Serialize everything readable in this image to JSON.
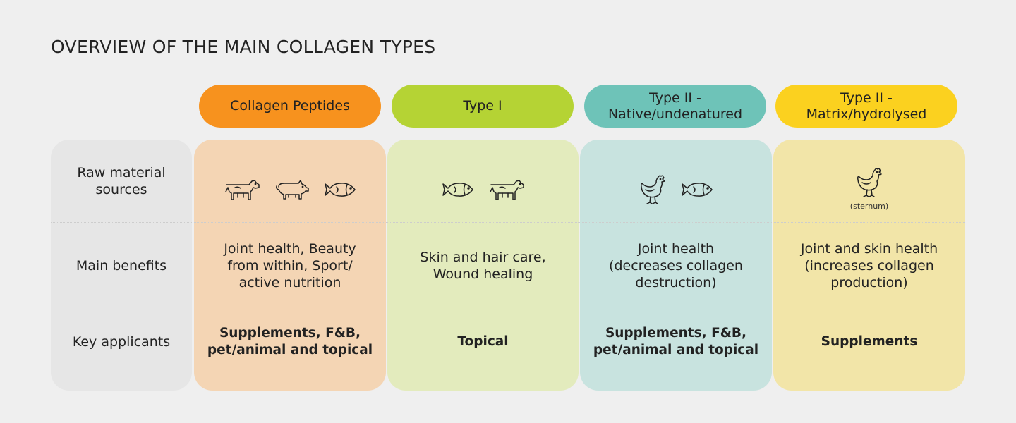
{
  "title": "OVERVIEW OF THE MAIN COLLAGEN TYPES",
  "columns": [
    {
      "header": [
        "Collagen Peptides"
      ],
      "color": "#f7921e",
      "card_color": "#f4d5b4",
      "benefits": [
        "Joint health, Beauty",
        "from within, Sport/",
        "active nutrition"
      ],
      "applicants": [
        "Supplements, F&B,",
        "pet/animal and topical"
      ],
      "sources": [
        "cow-icon",
        "pig-icon",
        "fish-icon"
      ]
    },
    {
      "header": [
        "Type I"
      ],
      "color": "#b5d334",
      "card_color": "#e3ebbd",
      "benefits": [
        "Skin and hair care,",
        "Wound healing"
      ],
      "applicants": [
        "Topical"
      ],
      "sources": [
        "fish-icon",
        "cow-icon"
      ]
    },
    {
      "header": [
        "Type II -",
        "Native/undenatured"
      ],
      "color": "#6ec3b8",
      "card_color": "#c8e3df",
      "benefits": [
        "Joint health",
        "(decreases collagen",
        "destruction)"
      ],
      "applicants": [
        "Supplements, F&B,",
        "pet/animal and topical"
      ],
      "sources": [
        "chicken-icon",
        "fish-icon"
      ]
    },
    {
      "header": [
        "Type II -",
        "Matrix/hydrolysed"
      ],
      "color": "#fbd11f",
      "card_color": "#f2e5a8",
      "benefits": [
        "Joint and skin health",
        "(increases collagen",
        "production)"
      ],
      "applicants": [
        "Supplements"
      ],
      "sources": [
        "chicken-icon"
      ],
      "source_note": "(sternum)"
    }
  ],
  "row_labels": {
    "sources": [
      "Raw material",
      "sources"
    ],
    "benefits": [
      "Main benefits"
    ],
    "applicants": [
      "Key applicants"
    ]
  },
  "row_label_bg": "#e6e6e6"
}
